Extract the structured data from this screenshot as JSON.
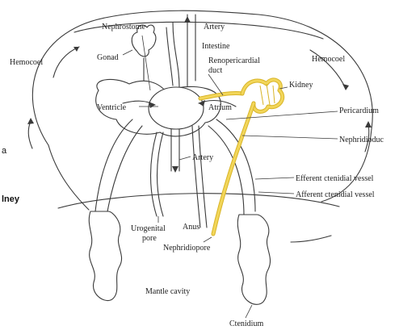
{
  "labels": {
    "nephrostome": "Nephrostome",
    "artery_top": "Artery",
    "intestine": "Intestine",
    "renopericardial_line1": "Renopericardial",
    "renopericardial_line2": "duct",
    "gonad": "Gonad",
    "hemocoel_left": "Hemocoel",
    "hemocoel_right": "Hemocoel",
    "kidney": "Kidney",
    "ventricle": "Ventricle",
    "atrium": "Atrium",
    "pericardium": "Pericardium",
    "nephridioduct": "Nephridioduc",
    "artery_mid": "Artery",
    "efferent": "Efferent ctenidial vessel",
    "afferent": "Afferent ctenidial vessel",
    "urogenital_line1": "Urogenital",
    "urogenital_line2": "pore",
    "anus": "Anus",
    "nephridiopore": "Nephridiopore",
    "mantle_cavity": "Mantle cavity",
    "ctenidium": "Ctenidium"
  },
  "side_fragments": {
    "letter_a": "a",
    "kidney_bold": "lney"
  },
  "colors": {
    "highlight": "#f2d65a",
    "highlight_edge": "#d8b427",
    "line": "#3a3a3a"
  }
}
